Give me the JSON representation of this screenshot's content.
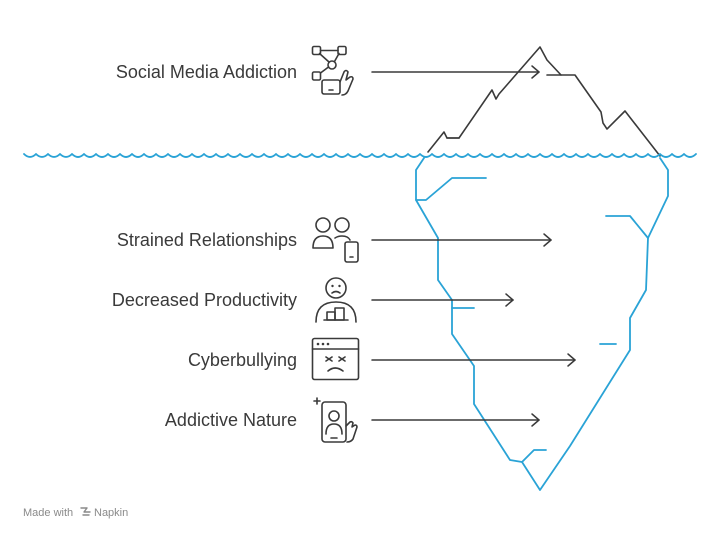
{
  "diagram": {
    "above_water": [
      {
        "label": "Social Media Addiction",
        "icon": "network-hand-icon"
      }
    ],
    "below_water": [
      {
        "label": "Strained Relationships",
        "icon": "people-phone-icon"
      },
      {
        "label": "Decreased Productivity",
        "icon": "sad-person-icon"
      },
      {
        "label": "Cyberbullying",
        "icon": "angry-browser-icon"
      },
      {
        "label": "Addictive Nature",
        "icon": "hand-phone-icon"
      }
    ],
    "colors": {
      "ink": "#3a3a3a",
      "water": "#2aa3d6",
      "footer": "#8a8a8a"
    }
  },
  "footer": {
    "made_with": "Made with",
    "brand": "Napkin"
  }
}
